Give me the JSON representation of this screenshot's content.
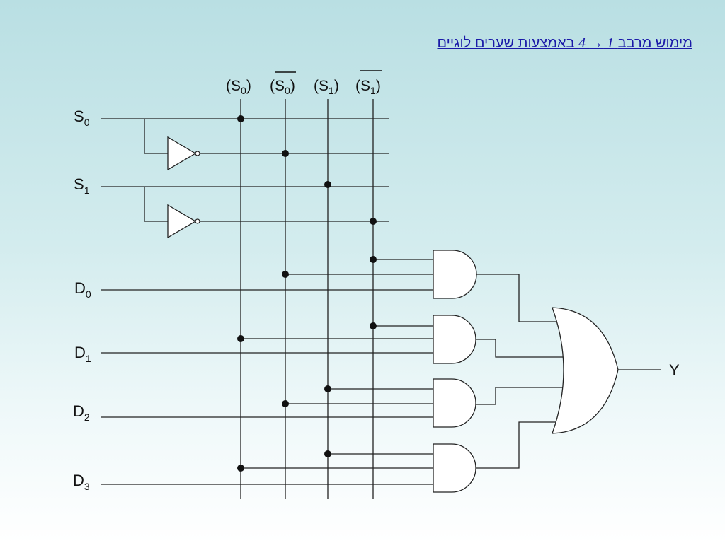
{
  "title": {
    "text_a": "מימוש מרבב",
    "num_a": "4",
    "arrow": "→",
    "num_b": "1",
    "text_b": "באמצעות שערים לוגיים"
  },
  "bus_headers": [
    {
      "base": "S",
      "sub": "0",
      "inverted": false
    },
    {
      "base": "S",
      "sub": "0",
      "inverted": true
    },
    {
      "base": "S",
      "sub": "1",
      "inverted": false
    },
    {
      "base": "S",
      "sub": "1",
      "inverted": true
    }
  ],
  "inputs": [
    {
      "base": "S",
      "sub": "0"
    },
    {
      "base": "S",
      "sub": "1"
    },
    {
      "base": "D",
      "sub": "0"
    },
    {
      "base": "D",
      "sub": "1"
    },
    {
      "base": "D",
      "sub": "2"
    },
    {
      "base": "D",
      "sub": "3"
    }
  ],
  "output": {
    "label": "Y"
  }
}
